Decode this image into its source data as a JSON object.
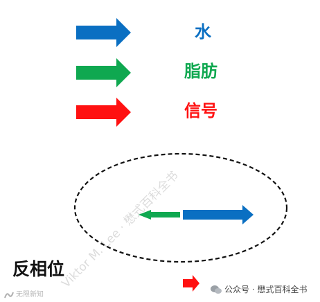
{
  "colors": {
    "water": "#0a6fc2",
    "fat": "#0fa850",
    "signal": "#ff1111",
    "ellipse": "#111111",
    "text": "#111111"
  },
  "legend": [
    {
      "label": "水",
      "color_key": "water"
    },
    {
      "label": "脂肪",
      "color_key": "fat"
    },
    {
      "label": "信号",
      "color_key": "signal"
    }
  ],
  "diagram": {
    "phase_label": "反相位"
  },
  "watermark": {
    "text": "Viktor M. Lee  ·  懋式百科全书"
  },
  "footer": {
    "source_text": "公众号 · 懋式百科全书",
    "corner_logo_text": "无限新知"
  }
}
